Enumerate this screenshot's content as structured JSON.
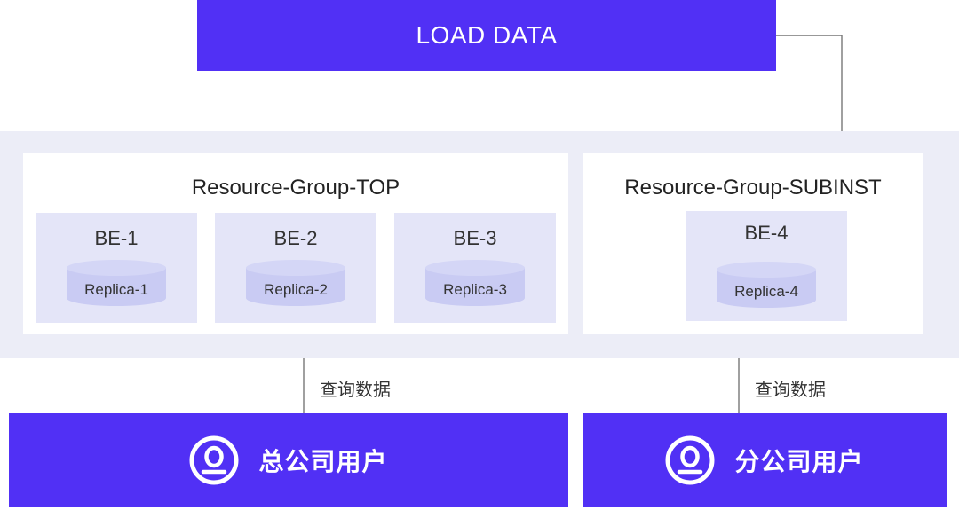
{
  "load": {
    "label": "LOAD DATA"
  },
  "groups": [
    {
      "title": "Resource-Group-TOP",
      "backends": [
        {
          "name": "BE-1",
          "replica": "Replica-1"
        },
        {
          "name": "BE-2",
          "replica": "Replica-2"
        },
        {
          "name": "BE-3",
          "replica": "Replica-3"
        }
      ]
    },
    {
      "title": "Resource-Group-SUBINST",
      "backends": [
        {
          "name": "BE-4",
          "replica": "Replica-4"
        }
      ]
    }
  ],
  "users": [
    {
      "label": "总公司用户",
      "icon": "user-icon"
    },
    {
      "label": "分公司用户",
      "icon": "user-icon"
    }
  ],
  "query_label": "查询数据",
  "colors": {
    "primary": "#5130f5",
    "band": "#ecedf7",
    "be_fill": "#e4e5f8",
    "cylinder": "#c9cbf3",
    "connector": "#777777"
  }
}
